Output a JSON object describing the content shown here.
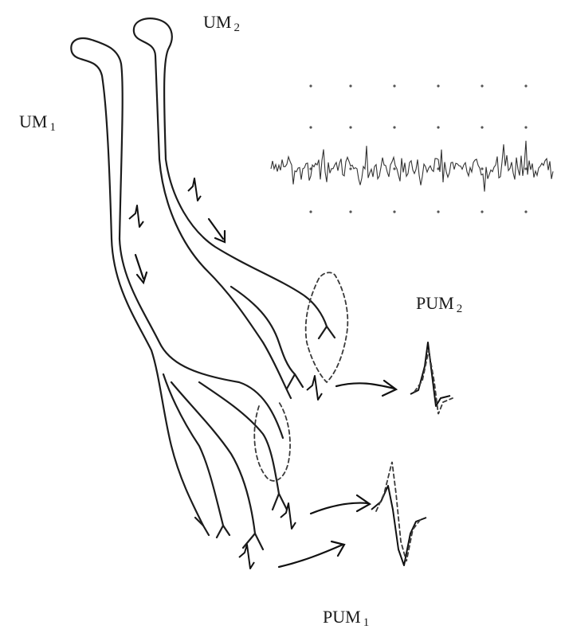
{
  "labels": {
    "um1": {
      "main": "UM",
      "sub": "1"
    },
    "um2": {
      "main": "UM",
      "sub": "2"
    },
    "pum2": {
      "main": "PUM",
      "sub": "2"
    },
    "pum1": {
      "main": "PUM",
      "sub": "1"
    }
  },
  "colors": {
    "ink": "#1c1c1c",
    "background": "#ffffff"
  }
}
